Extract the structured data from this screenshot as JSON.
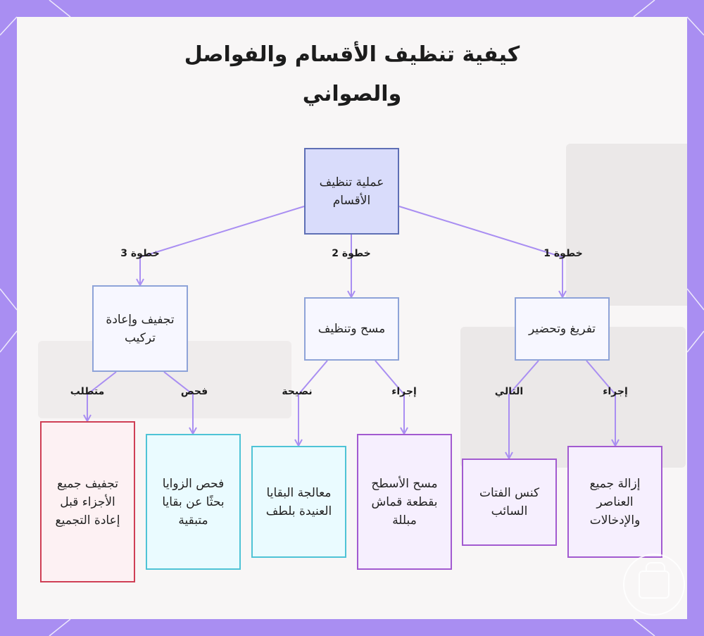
{
  "title": "كيفية تنظيف الأقسام والفواصل والصواني",
  "colors": {
    "frame": "#a98ef2",
    "panel": "#f8f6f6",
    "connector": "#a98ef2",
    "root_fill": "#d9dcfb",
    "root_border": "#5e6fb5",
    "step_border": "#8ea3d8",
    "pink_border": "#cf3f55",
    "cyan_border": "#4ec3d6",
    "purple_border": "#a25ad0"
  },
  "root": {
    "label": "عملية تنظيف الأقسام"
  },
  "steps": [
    {
      "label": "تجفيف وإعادة تركيب",
      "edge": "خطوة 3"
    },
    {
      "label": "مسح وتنظيف",
      "edge": "خطوة 2"
    },
    {
      "label": "تفريغ وتحضير",
      "edge": "خطوة 1"
    }
  ],
  "leaves": [
    {
      "label": "تجفيف جميع الأجزاء قبل إعادة التجميع",
      "edge": "متطلب"
    },
    {
      "label": "فحص الزوايا بحثًا عن بقايا متبقية",
      "edge": "فحص"
    },
    {
      "label": "معالجة البقايا العنيدة بلطف",
      "edge": "نصيحة"
    },
    {
      "label": "مسح الأسطح بقطعة قماش مبللة",
      "edge": "إجراء"
    },
    {
      "label": "كنس الفتات السائب",
      "edge": "التالي"
    },
    {
      "label": "إزالة جميع العناصر والإدخالات",
      "edge": "إجراء"
    }
  ],
  "badge": {
    "icon": "coffee-cup-icon"
  }
}
